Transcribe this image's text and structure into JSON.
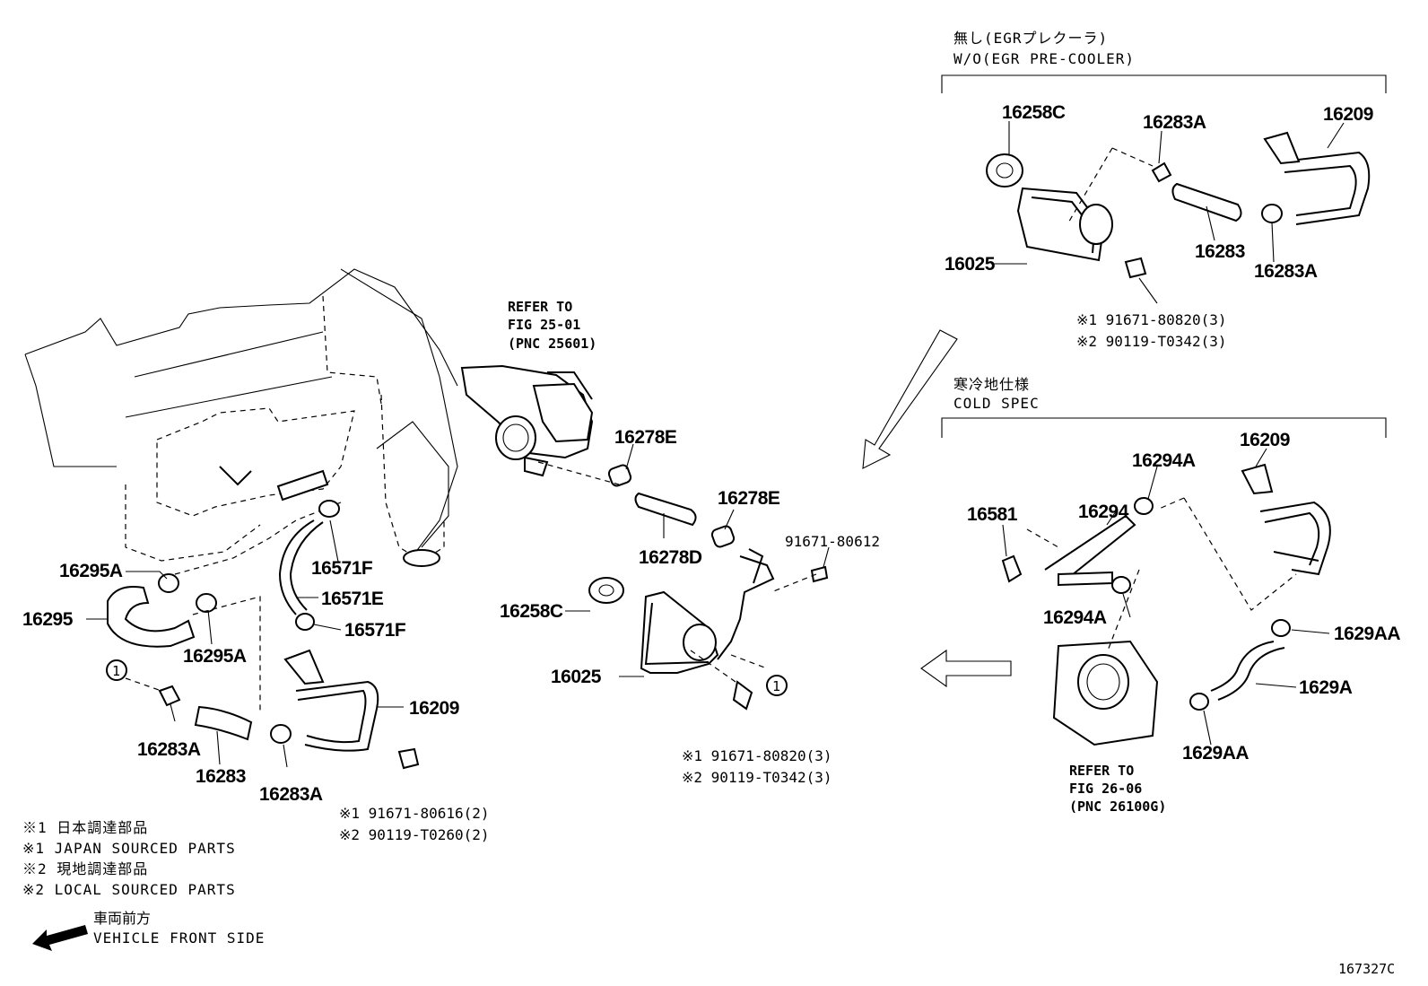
{
  "diagram_code": "167327C",
  "groups": {
    "wo_egr": {
      "label_jp": "無し(EGRプレクーラ)",
      "label_en": "W/O(EGR PRE-COOLER)"
    },
    "cold_spec": {
      "label_jp": "寒冷地仕様",
      "label_en": "COLD SPEC"
    }
  },
  "refs": {
    "egr": {
      "line1": "REFER TO",
      "line2": "FIG 25-01",
      "line3": "(PNC 25601)"
    },
    "throttle": {
      "line1": "REFER TO",
      "line2": "FIG 26-06",
      "line3": "(PNC 26100G)"
    }
  },
  "labels": {
    "p16295A": "16295A",
    "p16295": "16295",
    "p16295A_2": "16295A",
    "p16571F": "16571F",
    "p16571E": "16571E",
    "p16571F_2": "16571F",
    "p16283A_l1": "16283A",
    "p16283_l": "16283",
    "p16283A_l2": "16283A",
    "p16209_l": "16209",
    "p16278E_1": "16278E",
    "p16278D": "16278D",
    "p16278E_2": "16278E",
    "p91671_80612": "91671-80612",
    "p16258C_m": "16258C",
    "p16025_m": "16025",
    "p16258C_r": "16258C",
    "p16025_r": "16025",
    "p16283A_r1": "16283A",
    "p16283_r": "16283",
    "p16283A_r2": "16283A",
    "p16209_r": "16209",
    "p16209_c": "16209",
    "p16294A_1": "16294A",
    "p16294": "16294",
    "p16581": "16581",
    "p16294A_2": "16294A",
    "p1629AA_1": "1629AA",
    "p1629A": "1629A",
    "p1629AA_2": "1629AA",
    "circle_1": "1",
    "circle_2": "1"
  },
  "bolts": {
    "left": {
      "a": "※1 91671-80616(2)",
      "b": "※2 90119-T0260(2)"
    },
    "mid": {
      "a": "※1 91671-80820(3)",
      "b": "※2 90119-T0342(3)"
    },
    "top": {
      "a": "※1 91671-80820(3)",
      "b": "※2 90119-T0342(3)"
    }
  },
  "legend": {
    "l1": "※1 日本調達部品",
    "l2": "※1 JAPAN SOURCED PARTS",
    "l3": "※2 現地調達部品",
    "l4": "※2 LOCAL SOURCED PARTS",
    "front_jp": "車両前方",
    "front_en": "VEHICLE FRONT SIDE"
  }
}
